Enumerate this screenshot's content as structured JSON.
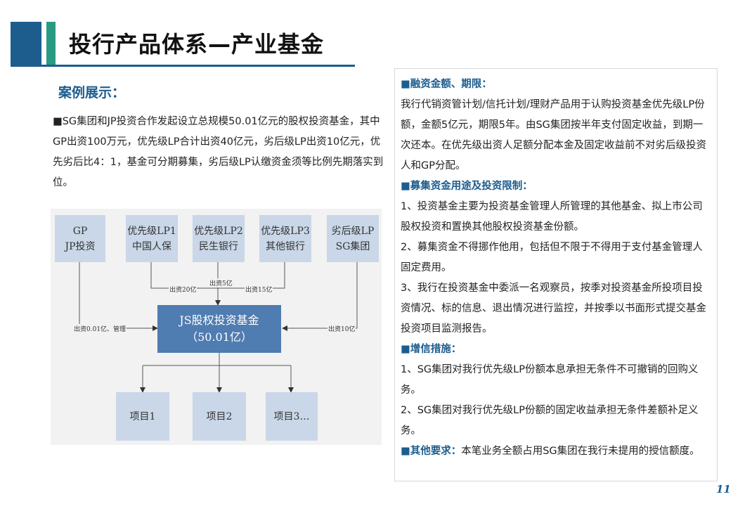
{
  "title": "投行产品体系—产业基金",
  "case": {
    "heading": "案例展示：",
    "text": "■SG集团和JP投资合作发起设立总规模50.01亿元的股权投资基金，其中GP出资100万元，优先级LP合计出资40亿元，劣后级LP出资10亿元，优先劣后比4：1，基金可分期募集，劣后级LP认缴资金须等比例先期落实到位。"
  },
  "diagram": {
    "investors": [
      {
        "line1": "GP",
        "line2": "JP投资"
      },
      {
        "line1": "优先级LP1",
        "line2": "中国人保"
      },
      {
        "line1": "优先级LP2",
        "line2": "民生银行"
      },
      {
        "line1": "优先级LP3",
        "line2": "其他银行"
      },
      {
        "line1": "劣后级LP",
        "line2": "SG集团"
      }
    ],
    "fund": {
      "line1": "JS股权投资基金",
      "line2": "（50.01亿）"
    },
    "projects": [
      "项目1",
      "项目2",
      "项目3…"
    ],
    "edge_labels": {
      "gp": "出资0.01亿、管理",
      "lp1": "出资20亿",
      "lp2": "出资5亿",
      "lp3": "出资15亿",
      "sub": "出资10亿"
    }
  },
  "right": {
    "financing_head": "■融资金额、期限：",
    "financing_text": "我行代销资管计划/信托计划/理财产品用于认购投资基金优先级LP份额，金额5亿元，期限5年。由SG集团按半年支付固定收益，到期一次还本。在优先级出资人足额分配本金及固定收益前不对劣后级投资人和GP分配。",
    "usage_head": "■募集资金用途及投资限制：",
    "usage_1": " 1、投资基金主要为投资基金管理人所管理的其他基金、拟上市公司股权投资和置换其他股权投资基金份额。",
    "usage_2": " 2、募集资金不得挪作他用，包括但不限于不得用于支付基金管理人固定费用。",
    "usage_3": " 3、我行在投资基金中委派一名观察员，按季对投资基金所投项目投资情况、标的信息、退出情况进行监控，并按季以书面形式提交基金投资项目监测报告。",
    "credit_head": "■增信措施：",
    "credit_1": "1、SG集团对我行优先级LP份额本息承担无条件不可撤销的回购义务。",
    "credit_2": "2、SG集团对我行优先级LP份额的固定收益承担无条件差额补足义务。",
    "other_head": "■其他要求：",
    "other_text": "本笔业务全额占用SG集团在我行未提用的授信额度。"
  },
  "page_number": "11",
  "colors": {
    "brand_blue": "#1c5d8e",
    "teal": "#2a9b83",
    "node_light": "#c9d7e8",
    "node_dark": "#4f7cb1"
  }
}
